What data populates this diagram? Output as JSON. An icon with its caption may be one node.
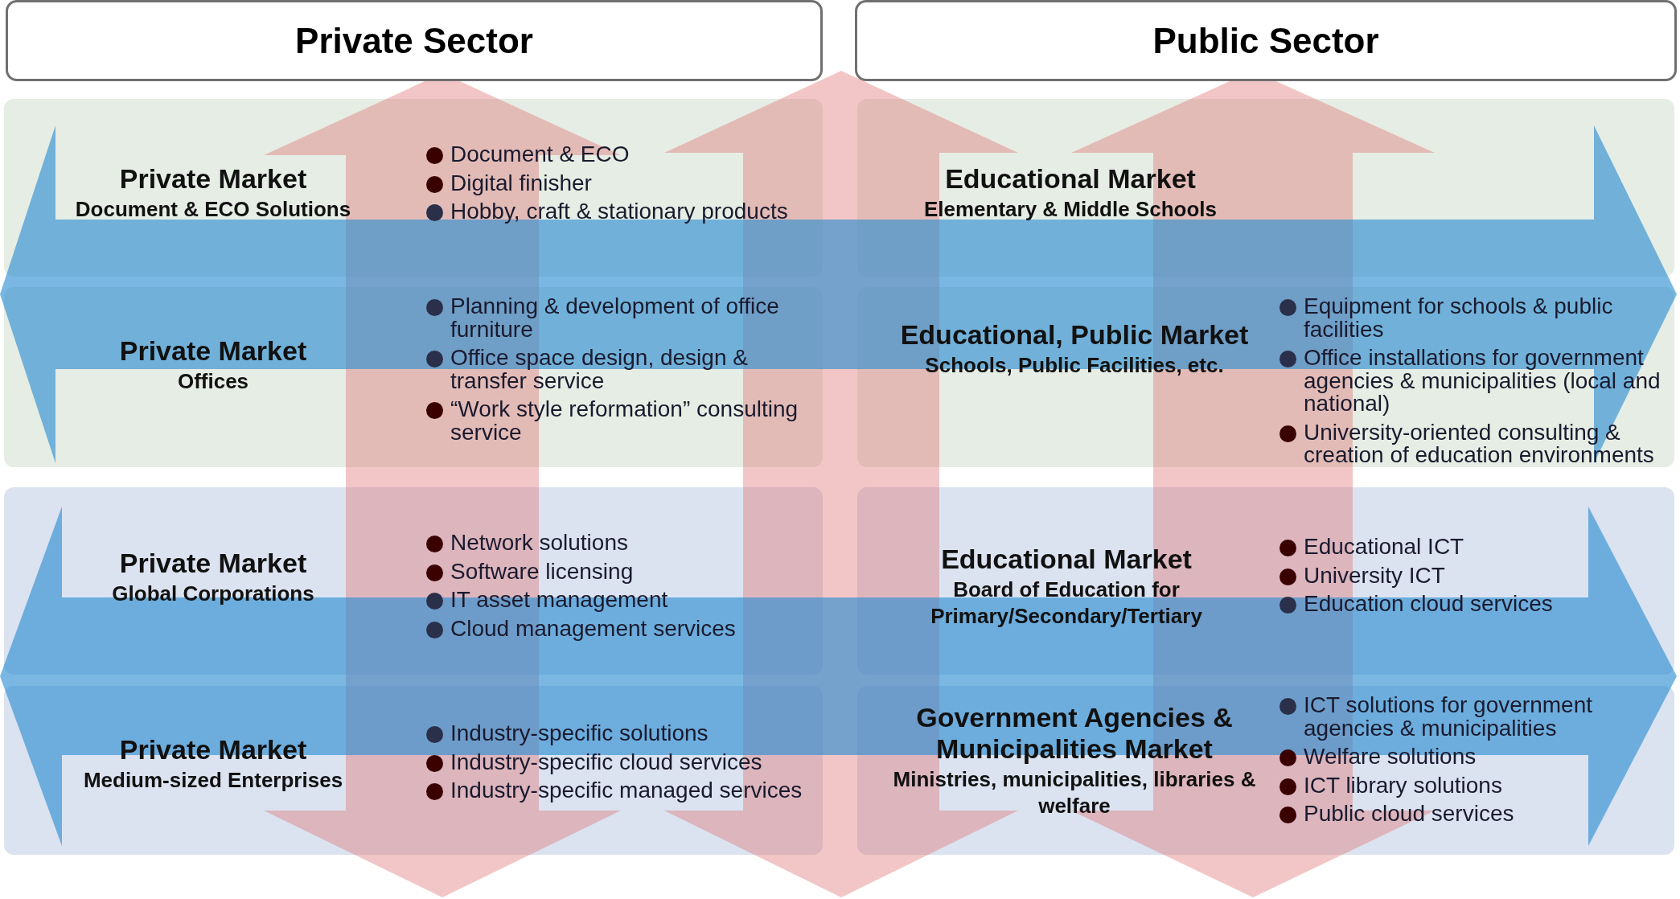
{
  "diagram": {
    "nodes": [
      {
        "text": [
          "Private Sector"
        ]
      },
      {
        "text": [
          "Public Sector"
        ]
      },
      {
        "text": [
          "Private Market",
          "Document & ECO Solutions",
          "Document & ECO",
          "Digital finisher",
          "Hobby, craft & stationary products"
        ]
      },
      {
        "text": [
          "Educational Market",
          "Elementary & Middle Schools"
        ]
      },
      {
        "text": [
          "Private Market",
          "Offices",
          "Planning & development of office furniture",
          "Office space design, design & transfer service",
          "“Work style reformation” consulting service"
        ]
      },
      {
        "text": [
          "Educational, Public Market",
          "Schools, Public Facilities, etc.",
          "Equipment for schools & public facilities",
          "Office installations for government agencies & municipalities (local and national)",
          "University-oriented consulting & creation of education environments"
        ]
      },
      {
        "text": [
          "Private Market",
          "Global Corporations",
          "Network solutions",
          "Software licensing",
          "IT asset management",
          "Cloud management services"
        ]
      },
      {
        "text": [
          "Educational Market",
          "Board of Education for Primary/Secondary/Tertiary",
          "Educational ICT",
          "University ICT",
          "Education cloud services"
        ]
      },
      {
        "text": [
          "Private Market",
          "Medium-sized Enterprises",
          "Industry-specific solutions",
          "Industry-specific cloud services",
          "Industry-specific managed services"
        ]
      },
      {
        "text": [
          "Government Agencies & Municipalities Market",
          "Ministries, municipalities, libraries & welfare",
          "ICT solutions for government agencies & municipalities",
          "Welfare solutions",
          "ICT library solutions",
          "Public cloud services"
        ]
      }
    ]
  }
}
